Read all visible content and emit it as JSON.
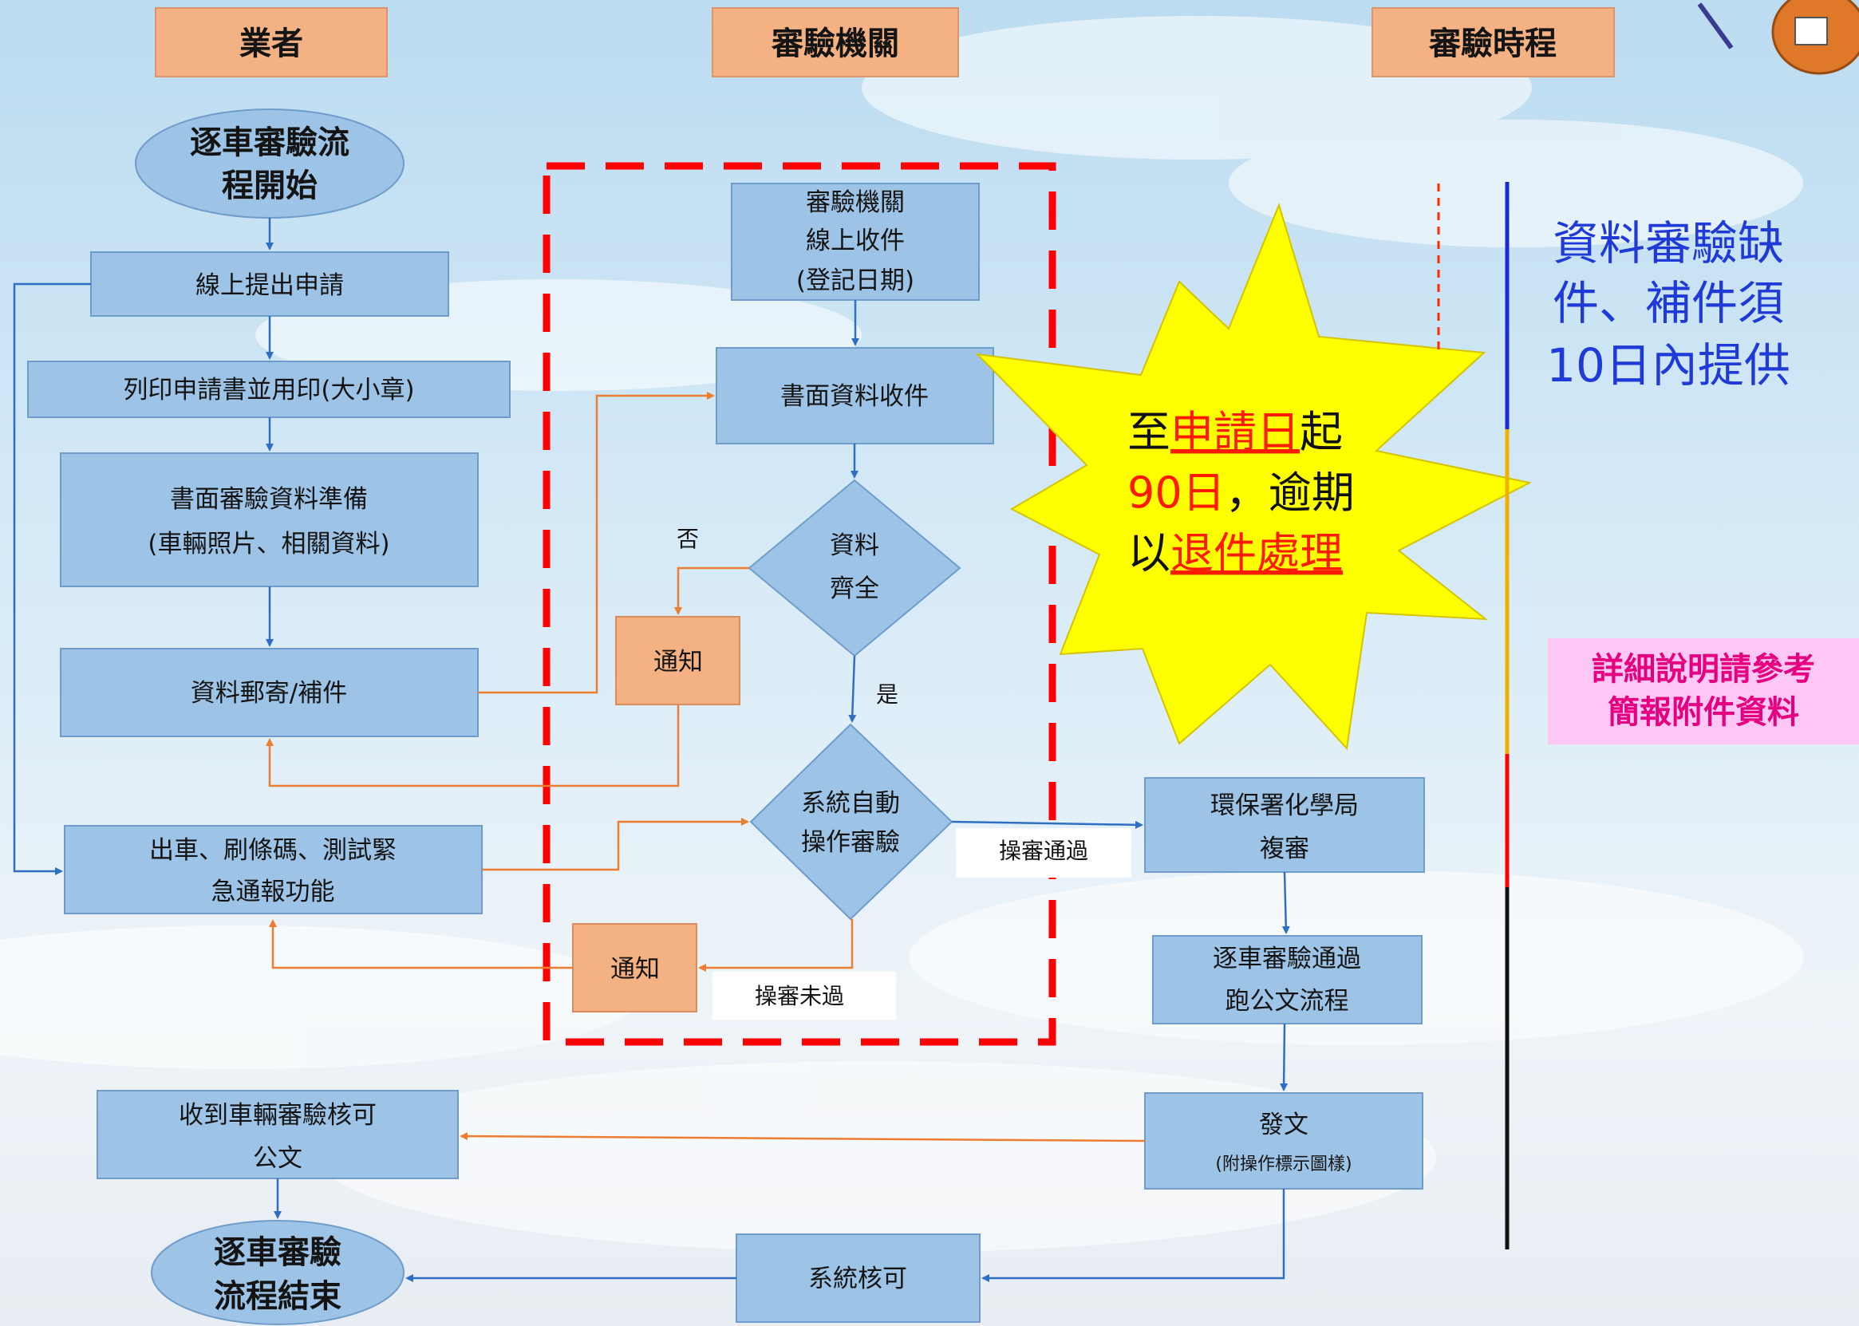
{
  "columns": {
    "operator": "業者",
    "agency": "審驗機關",
    "schedule": "審驗時程"
  },
  "operator": {
    "start": [
      "逐車審驗流",
      "程開始"
    ],
    "apply_online": "線上提出申請",
    "print_form": "列印申請書並用印(大小章)",
    "prepare_docs": [
      "書面審驗資料準備",
      "(車輛照片、相關資料)"
    ],
    "mail_docs": "資料郵寄/補件",
    "test_vehicle": [
      "出車、刷條碼、測試緊",
      "急通報功能"
    ],
    "receive_doc": [
      "收到車輛審驗核可",
      "公文"
    ],
    "end": [
      "逐車審驗",
      "流程結束"
    ]
  },
  "agency": {
    "online_receipt": [
      "審驗機關",
      "線上收件",
      "(登記日期)"
    ],
    "paper_receipt": "書面資料收件",
    "docs_complete": [
      "資料",
      "齊全"
    ],
    "notify_1": "通知",
    "system_review": [
      "系統自動",
      "操作審驗"
    ],
    "notify_2": "通知",
    "approve_system": "系統核可"
  },
  "labels": {
    "no": "否",
    "yes": "是",
    "pass": "操審通過",
    "fail": "操審未過"
  },
  "epa": {
    "review": [
      "環保署化學局",
      "複審"
    ],
    "passed": [
      "逐車審驗通過",
      "跑公文流程"
    ],
    "issue_doc": "發文",
    "issue_doc_note": "(附操作標示圖樣)"
  },
  "burst": {
    "line1_pre": "至",
    "line1_red": "申請日",
    "line1_post": "起",
    "line2_red": "90日",
    "line2_post": "，逾期",
    "line3_pre": "以",
    "line3_red": "退件處理"
  },
  "schedule_note": [
    "資料審驗缺",
    "件、補件須",
    "10日內提供"
  ],
  "detail_note": [
    "詳細說明請參考",
    "簡報附件資料"
  ],
  "colors": {
    "box_blue": "#9dc3e6",
    "box_orange": "#f4b183",
    "dashed_frame": "#ff0000",
    "burst": "#ffff00",
    "note_blue": "#1f3ad6",
    "note_magenta": "#e4007f"
  }
}
